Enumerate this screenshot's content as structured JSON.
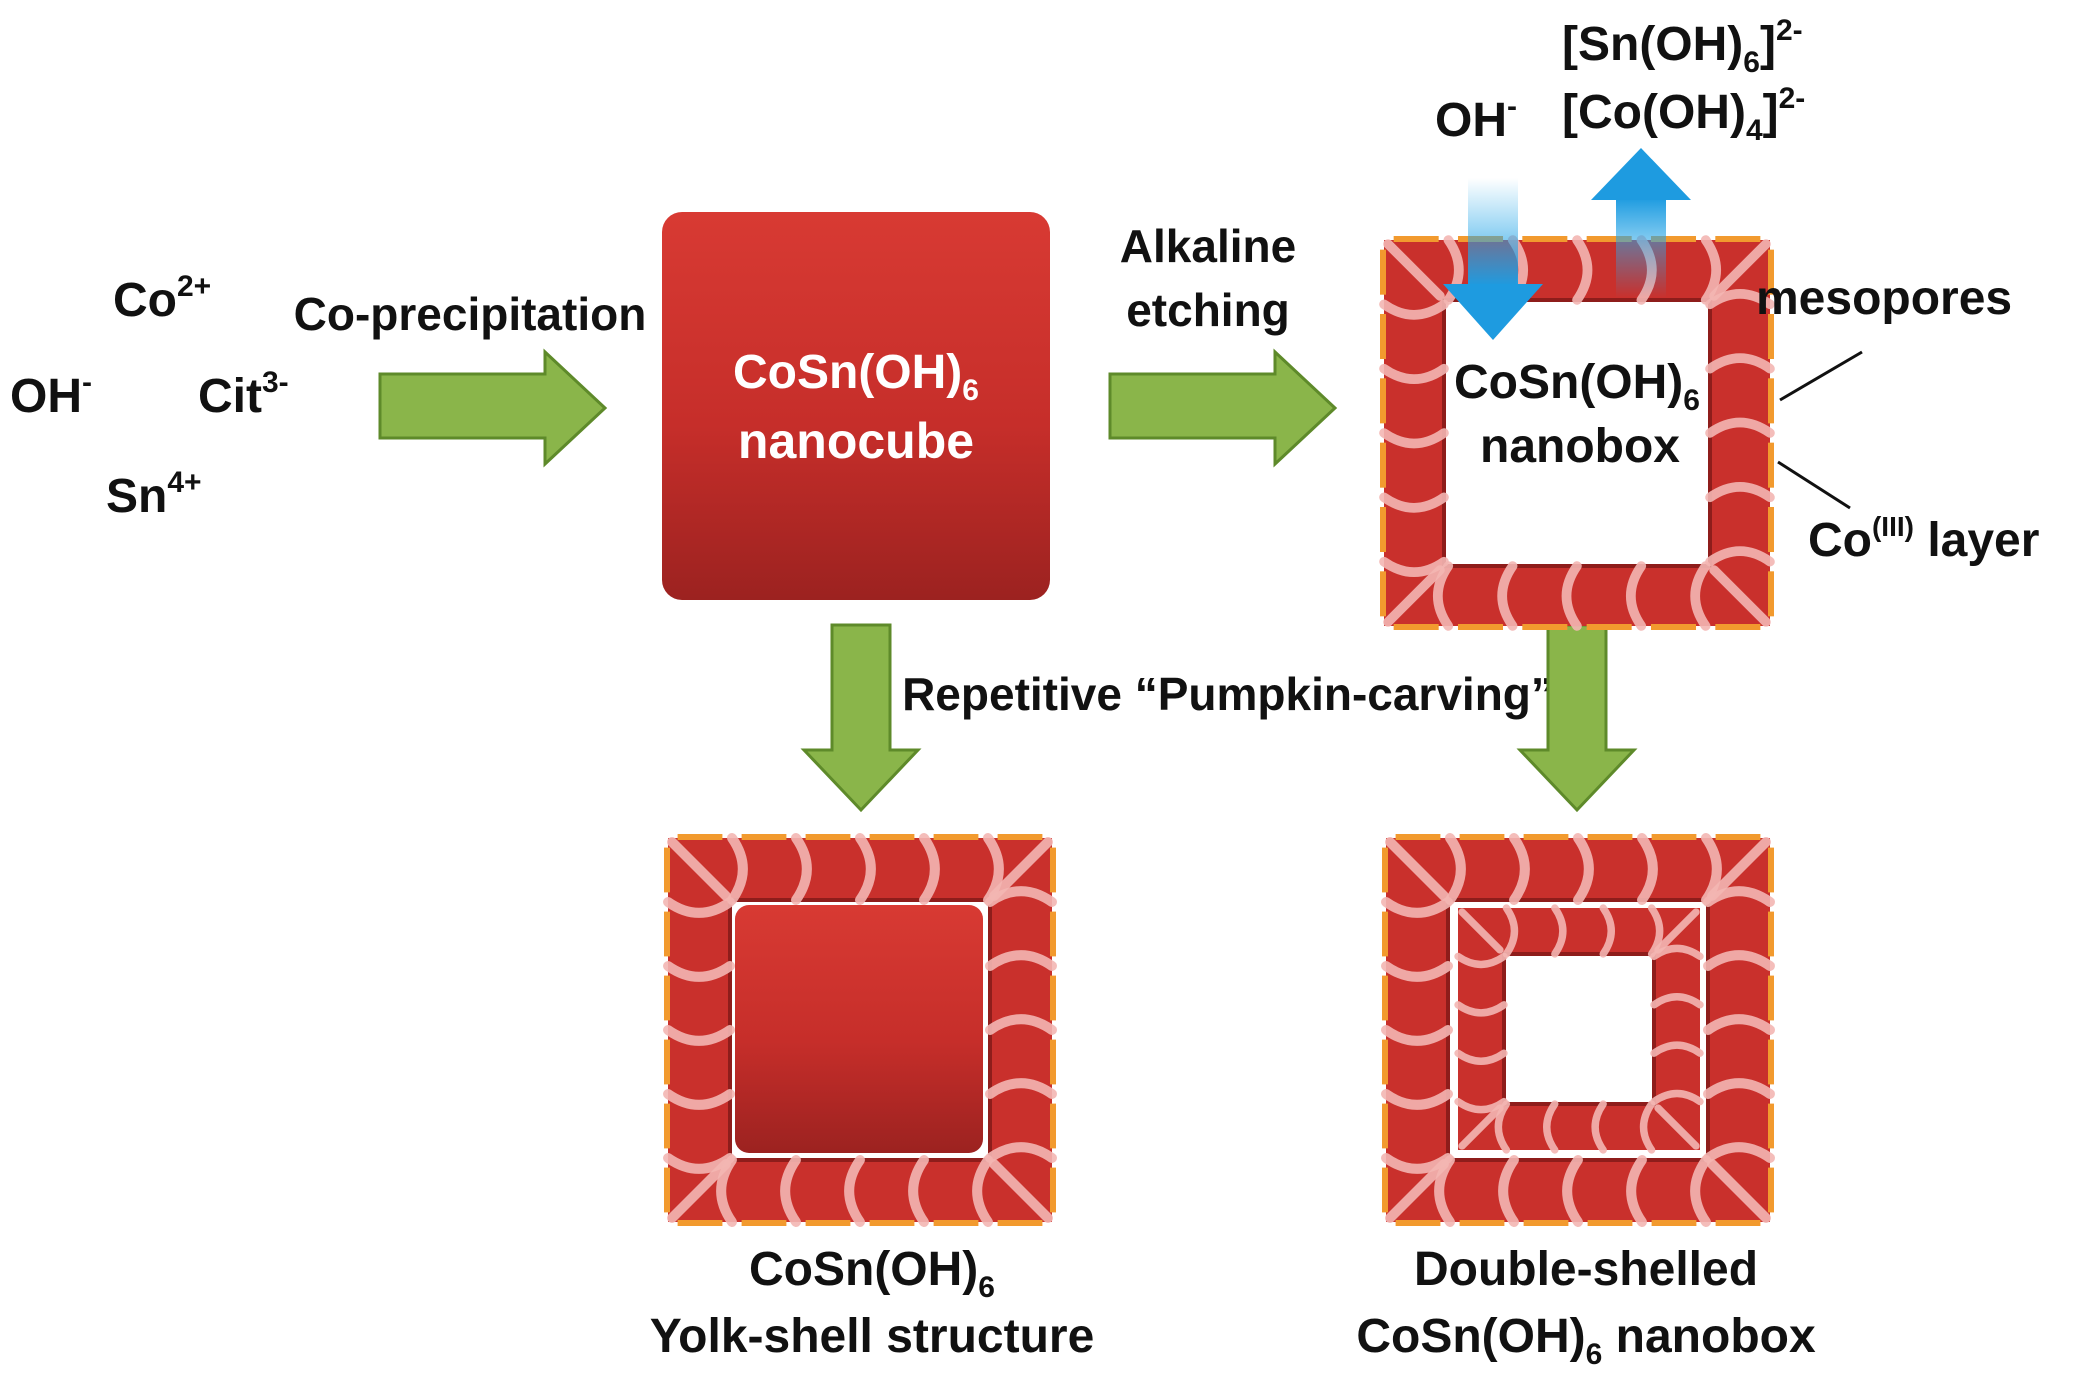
{
  "reactants": {
    "co_base": "Co",
    "co_sup": "2+",
    "oh_base": "OH",
    "oh_sup": "-",
    "cit_base": "Cit",
    "cit_sup": "3-",
    "sn_base": "Sn",
    "sn_sup": "4+"
  },
  "steps": {
    "coprecipitation": "Co-precipitation",
    "alkaline_line1": "Alkaline",
    "alkaline_line2": "etching",
    "pumpkin": "Repetitive “Pumpkin-carving”"
  },
  "nanocube": {
    "base": "CoSn(OH)",
    "sub": "6",
    "line2": "nanocube"
  },
  "nanobox": {
    "base": "CoSn(OH)",
    "sub": "6",
    "line2": "nanobox",
    "oh_in_base": "OH",
    "oh_in_sup": "-",
    "sn_out_base": "[Sn(OH)",
    "sn_out_sub": "6",
    "sn_out_close": "]",
    "sn_out_sup": "2-",
    "co_out_base": "[Co(OH)",
    "co_out_sub": "4",
    "co_out_close": "]",
    "co_out_sup": "2-",
    "mesopores": "mesopores",
    "co_layer_base": "Co",
    "co_layer_sup": "(III)",
    "co_layer_rest": " layer"
  },
  "yolk_shell": {
    "line1_base": "CoSn(OH)",
    "line1_sub": "6",
    "line2": "Yolk-shell structure"
  },
  "double_shell": {
    "line1": "Double-shelled",
    "line2_base": "CoSn(OH)",
    "line2_sub": "6",
    "line2_rest": " nanobox"
  },
  "colors": {
    "arrow_green": "#8ab54a",
    "arrow_green_edge": "#5e8a2a",
    "shell_red": "#c9302c",
    "shell_dark": "#8e1d1b",
    "pore_pink": "#f3b6b3",
    "rim_orange": "#f29a2e",
    "flow_blue": "#2aa8e8"
  }
}
